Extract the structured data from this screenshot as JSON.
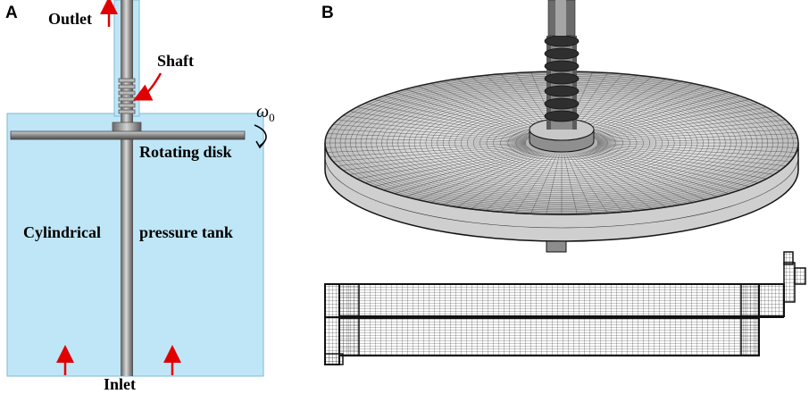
{
  "figure": {
    "panel_a": {
      "letter": "A",
      "outlet": "Outlet",
      "shaft": "Shaft",
      "omega": "ω",
      "omega_sub": "0",
      "rotating_disk": "Rotating disk",
      "cyl_left": "Cylindrical",
      "cyl_right": "pressure tank",
      "inlet": "Inlet"
    },
    "panel_b": {
      "letter": "B"
    },
    "colors": {
      "fluid": "#bfe6f7",
      "steel": "#8a8a8a",
      "arrow": "#e00000",
      "mesh": "#222222"
    }
  }
}
